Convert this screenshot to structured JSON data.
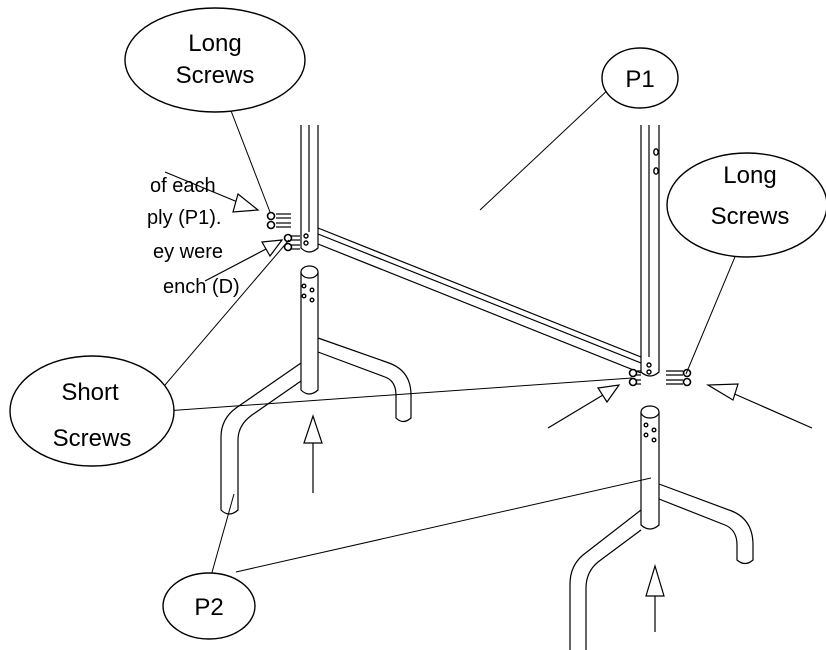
{
  "instructions": {
    "lines": [
      "of each",
      "ply (P1).",
      "ey were",
      "ench (D)"
    ]
  },
  "callouts": {
    "long_screws_left": [
      "Long",
      "Screws"
    ],
    "p1": "P1",
    "long_screws_right": [
      "Long",
      "Screws"
    ],
    "short_screws": [
      "Short",
      "Screws"
    ],
    "p2": "P2"
  }
}
